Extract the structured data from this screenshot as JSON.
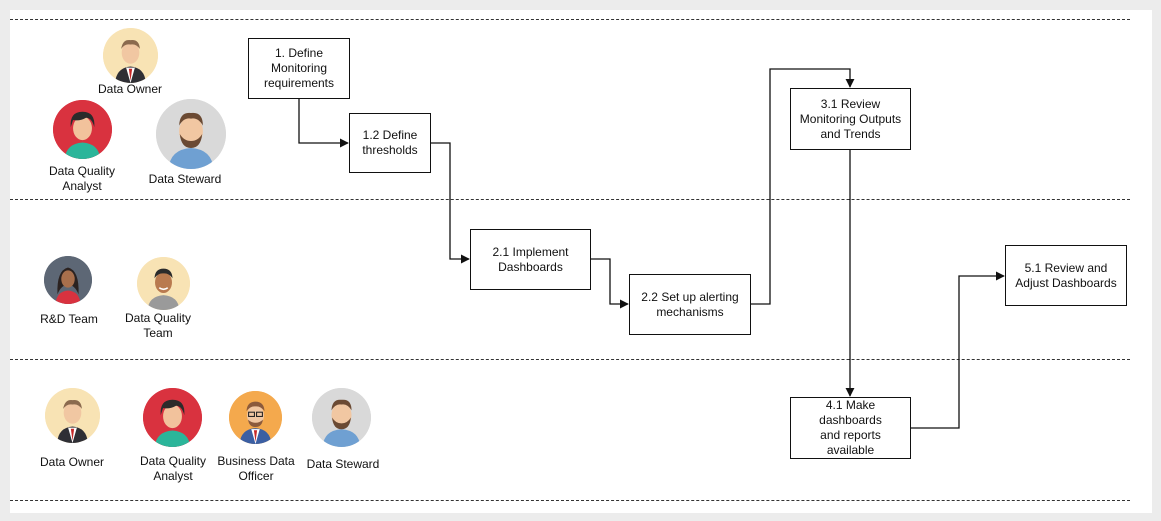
{
  "lanes": {
    "top": {
      "roles": [
        "Data Owner",
        "Data Quality\nAnalyst",
        "Data Steward"
      ]
    },
    "middle": {
      "roles": [
        "R&D Team",
        "Data Quality\nTeam"
      ]
    },
    "bottom": {
      "roles": [
        "Data Owner",
        "Data Quality\nAnalyst",
        "Business Data\nOfficer",
        "Data Steward"
      ]
    }
  },
  "steps": {
    "s1": "1. Define\nMonitoring\nrequirements",
    "s12": "1.2 Define\nthresholds",
    "s21": "2.1 Implement\nDashboards",
    "s22": "2.2 Set up alerting\nmechanisms",
    "s31": "3.1 Review\nMonitoring Outputs\nand Trends",
    "s41": "4.1 Make dashboards\nand reports available",
    "s51": "5.1 Review and\nAdjust Dashboards"
  },
  "avatar_colors": {
    "light": "#f8e3b4",
    "red": "#d9323f",
    "gray": "#d9d9d9",
    "slate": "#5d6775",
    "orange": "#f4a94d"
  }
}
